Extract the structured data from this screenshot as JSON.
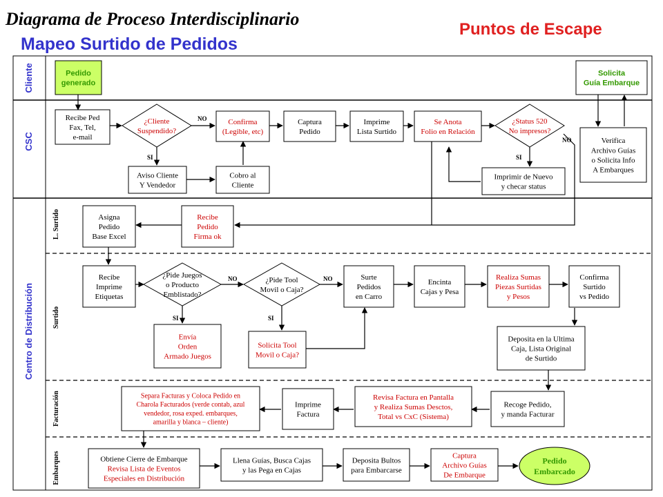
{
  "header": {
    "title": "Diagrama de Proceso Interdisciplinario",
    "subtitle": "Mapeo Surtido de Pedidos",
    "escape_label": "Puntos de Escape"
  },
  "colors": {
    "title": "#000000",
    "subtitle": "#3333cc",
    "escape": "#e02020",
    "lane_label": "#3333cc",
    "red_text": "#cc0000",
    "green_text": "#339900",
    "green_fill": "#ccff66",
    "box_border": "#000000",
    "line": "#000000"
  },
  "lanes": {
    "cliente": "Cliente",
    "csc": "CSC",
    "centro": "Centro de Distribución",
    "l_surtido": "L. Surtido",
    "surtido": "Surtido",
    "facturacion": "Facturación",
    "embarques": "Embarques"
  },
  "nodes": {
    "pedido_generado": [
      "Pedido",
      "generado"
    ],
    "solicita_guia": [
      "Solicita",
      "Guía Embarque"
    ],
    "recibe_ped": [
      "Recibe Ped",
      "Fax, Tel,",
      "e-mail"
    ],
    "cliente_suspendido": [
      "¿Cliente",
      "Suspendido?"
    ],
    "confirma": [
      "Confirma",
      "(Legible,  etc)"
    ],
    "captura_pedido": [
      "Captura",
      "Pedido"
    ],
    "imprime_lista": [
      "Imprime",
      "Lista Surtido"
    ],
    "se_anota": [
      "Se Anota",
      "Folio en Relación"
    ],
    "status_520": [
      "¿Status 520",
      "No impresos?"
    ],
    "verifica_archivo": [
      "Verifica",
      "Archivo Guías",
      "o Solicita Info",
      "A Embarques"
    ],
    "aviso_cliente": [
      "Aviso Cliente",
      "Y Vendedor"
    ],
    "cobro_cliente": [
      "Cobro al",
      "Cliente"
    ],
    "imprimir_nuevo": [
      "Imprimir de Nuevo",
      "y checar status"
    ],
    "asigna_pedido": [
      "Asigna",
      "Pedido",
      "Base Excel"
    ],
    "recibe_pedido": [
      "Recibe",
      "Pedido",
      "Firma ok"
    ],
    "recibe_imprime": [
      "Recibe",
      "Imprime",
      "Etiquetas"
    ],
    "pide_juegos": [
      "¿Pide Juegos",
      "o Producto",
      "Emblistado?"
    ],
    "pide_tool": [
      "¿Pide Tool",
      "Movil o Caja?"
    ],
    "surte_pedidos": [
      "Surte",
      "Pedidos",
      "en Carro"
    ],
    "encinta": [
      "Encinta",
      "Cajas y Pesa"
    ],
    "realiza_sumas": [
      "Realiza Sumas",
      "Piezas Surtidas",
      "y Pesos"
    ],
    "confirma_surtido": [
      "Confirma",
      "Surtido",
      "vs Pedido"
    ],
    "envia_orden": [
      "Envía",
      "Orden",
      "Armado Juegos"
    ],
    "solicita_tool": [
      "Solicita  Tool",
      "Movil o Caja?"
    ],
    "deposita_ultima": [
      "Deposita en la Ultima",
      "Caja, Lista Original",
      "de Surtido"
    ],
    "separa_facturas": [
      "Separa Facturas y Coloca Pedido en",
      "Charola Facturados (verde contab, azul",
      "vendedor, rosa exped. embarques,",
      "amarilla  y blanca – cliente)"
    ],
    "imprime_factura": [
      "Imprime",
      "Factura"
    ],
    "revisa_factura": [
      "Revisa Factura en Pantalla",
      "y Realiza Sumas Desctos,",
      "Total vs CxC (Sistema)"
    ],
    "recoge_pedido": [
      "Recoge Pedido,",
      "y manda Facturar"
    ],
    "obtiene_cierre": [
      "Obtiene Cierre de Embarque",
      "Revisa Lista de Eventos",
      "Especiales  en Distribución"
    ],
    "llena_guias": [
      "Llena Guías, Busca Cajas",
      "y las Pega en Cajas"
    ],
    "deposita_bultos": [
      "Deposita Bultos",
      "para Embarcarse"
    ],
    "captura_archivo": [
      "Captura",
      "Archivo Guías",
      "De Embarque"
    ],
    "pedido_embarcado": [
      "Pedido",
      "Embarcado"
    ]
  },
  "decision_labels": {
    "no": "NO",
    "si": "SI"
  }
}
